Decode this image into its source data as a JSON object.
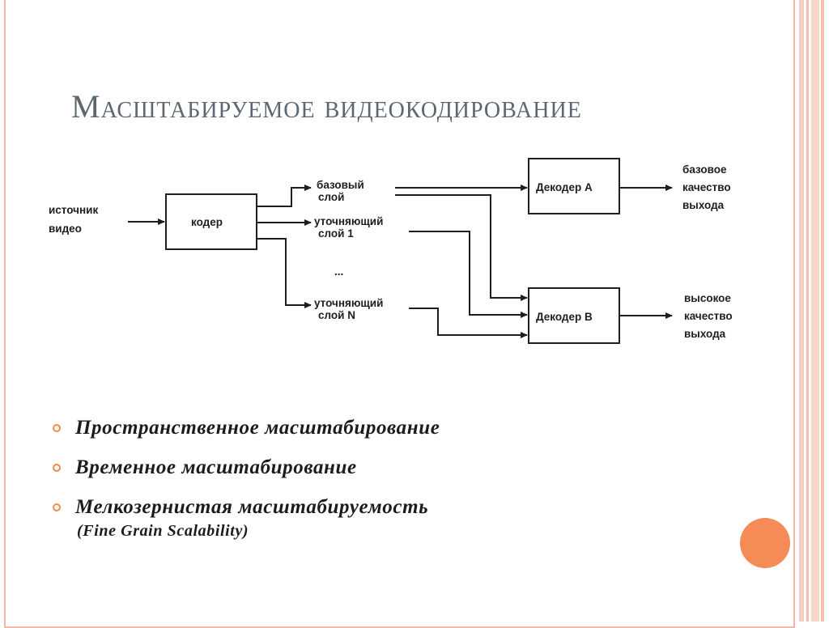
{
  "slide": {
    "title": "Масштабируемое видеокодирование",
    "accent_color": "#f08a4b"
  },
  "diagram": {
    "source_line1": "источник",
    "source_line2": "видео",
    "encoder": "кодер",
    "base_layer_line1": "базовый",
    "base_layer_line2": "слой",
    "enh1_line1": "уточняющий",
    "enh1_line2": "слой 1",
    "ellipsis": "...",
    "enhN_line1": "уточняющий",
    "enhN_line2": "слой N",
    "decoder_a": "Декодер А",
    "decoder_b": "Декодер В",
    "out_a_line1": "базовое",
    "out_a_line2": "качество",
    "out_a_line3": "выхода",
    "out_b_line1": "высокое",
    "out_b_line2": "качество",
    "out_b_line3": "выхода"
  },
  "bullets": [
    {
      "text": "Пространственное масштабирование"
    },
    {
      "text": "Временное масштабирование"
    },
    {
      "text": "Мелкозернистая масштабируемость",
      "sub": "(Fine Grain Scalability)"
    }
  ]
}
